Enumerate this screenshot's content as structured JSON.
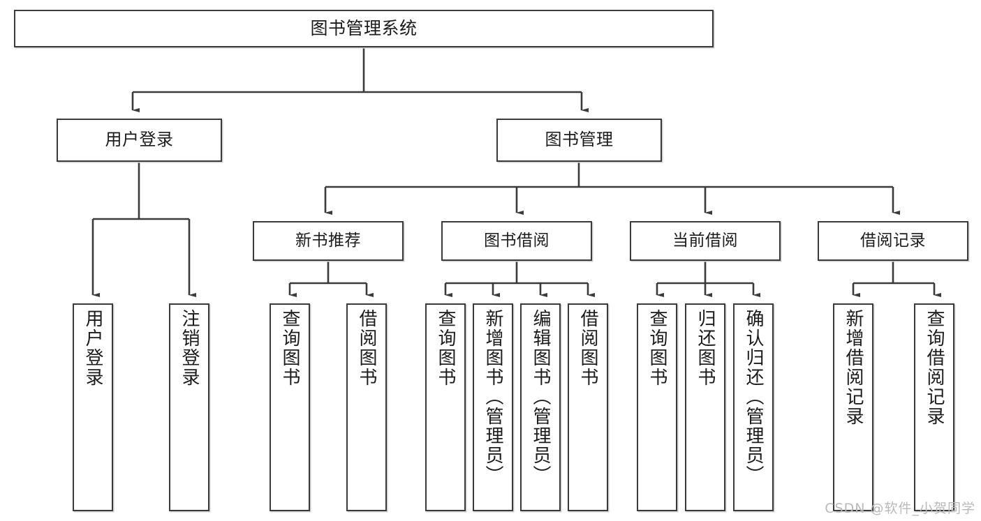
{
  "diagram": {
    "title": "图书管理系统",
    "type": "tree-hierarchy",
    "watermark": "CSDN @软件_小贺同学",
    "colors": {
      "background": "#ffffff",
      "box_border": "#3a3a3a",
      "box_fill": "#ffffff",
      "connector": "#3a3a3a",
      "text": "#1b1b1b",
      "watermark": "#b9b9b9"
    },
    "root": {
      "label": "图书管理系统"
    },
    "level2": [
      {
        "label": "用户登录"
      },
      {
        "label": "图书管理"
      }
    ],
    "level3": [
      {
        "label": "新书推荐"
      },
      {
        "label": "图书借阅"
      },
      {
        "label": "当前借阅"
      },
      {
        "label": "借阅记录"
      }
    ],
    "leaves": {
      "user_login": [
        {
          "label": "用户登录"
        },
        {
          "label": "注销登录"
        }
      ],
      "new_book_recommend": [
        {
          "label": "查询图书"
        },
        {
          "label": "借阅图书"
        }
      ],
      "book_borrow": [
        {
          "label": "查询图书"
        },
        {
          "label": "新增图书（管理员）"
        },
        {
          "label": "编辑图书（管理员）"
        },
        {
          "label": "借阅图书"
        }
      ],
      "current_borrow": [
        {
          "label": "查询图书"
        },
        {
          "label": "归还图书"
        },
        {
          "label": "确认归还（管理员）"
        }
      ],
      "borrow_record": [
        {
          "label": "新增借阅记录"
        },
        {
          "label": "查询借阅记录"
        }
      ]
    }
  }
}
